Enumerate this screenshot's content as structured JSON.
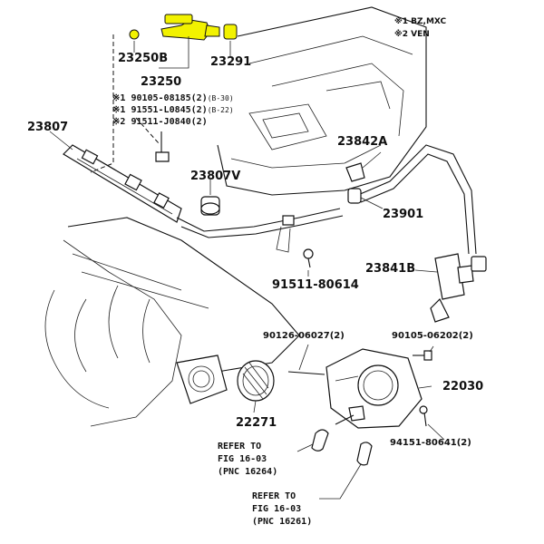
{
  "colors": {
    "highlight": "#f2f200",
    "ink": "#111111"
  },
  "legend": {
    "line1": "※1 BZ,MXC",
    "line2": "※2 VEN"
  },
  "parts": {
    "p23250b": "23250B",
    "p23250": "23250",
    "p23291": "23291",
    "p23807": "23807",
    "p23807v": "23807V",
    "p23842a": "23842A",
    "p23901": "23901",
    "p23841b": "23841B",
    "p91511_80614": "91511-80614",
    "p90126": "90126-06027(2)",
    "p90105_06202": "90105-06202(2)",
    "p22030": "22030",
    "p22271": "22271",
    "p94151": "94151-80641(2)"
  },
  "bolt_notes": {
    "b1_mark": "※1",
    "b1_num": "90105-08185(2)",
    "b1_tag": "(B-30)",
    "b2_mark": "※1",
    "b2_num": "91551-L0845(2)",
    "b2_tag": "(B-22)",
    "b3_mark": "※2",
    "b3_num": "91511-J0840(2)"
  },
  "refs": {
    "ref1_l1": "REFER TO",
    "ref1_l2": "FIG 16-03",
    "ref1_l3": "(PNC 16264)",
    "ref2_l1": "REFER TO",
    "ref2_l2": "FIG 16-03",
    "ref2_l3": "(PNC 16261)"
  }
}
